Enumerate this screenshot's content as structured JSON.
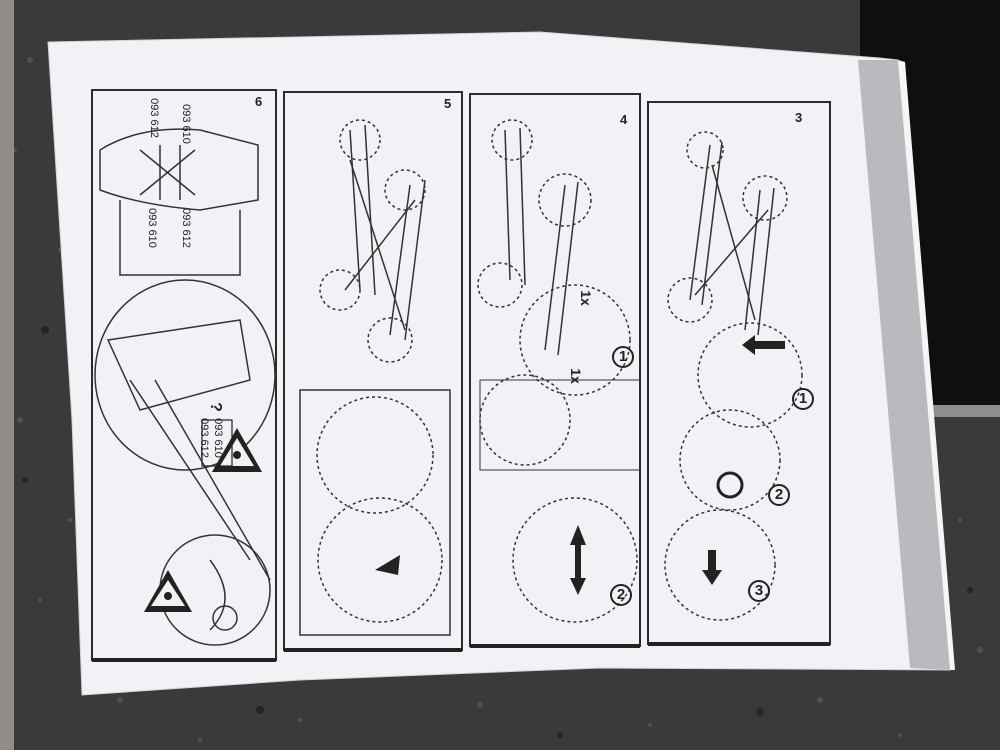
{
  "photo": {
    "subject": "Printed roof-rack installation instruction sheet lying on a granite countertop",
    "colors": {
      "countertop": "#3b3b3b",
      "paper": "#f1f2f6",
      "ink": "#222222",
      "grey_stripe": "#b9babd",
      "dark_panel": "#111111"
    }
  },
  "sheet": {
    "panels": [
      {
        "number": "6"
      },
      {
        "number": "5"
      },
      {
        "number": "4"
      },
      {
        "number": "3"
      }
    ],
    "part_codes": {
      "top_a": "093 610",
      "top_b": "093 612",
      "mid_a": "093 610",
      "mid_b": "093 612",
      "warning_a": "093 610",
      "warning_b": "093 612"
    },
    "question_mark": "?",
    "panel4_labels": {
      "qty_a": "1x",
      "qty_b": "1x",
      "step_1": "1",
      "step_2": "2"
    },
    "panel3_labels": {
      "step_1": "1",
      "step_2": "2",
      "step_3": "3"
    }
  }
}
